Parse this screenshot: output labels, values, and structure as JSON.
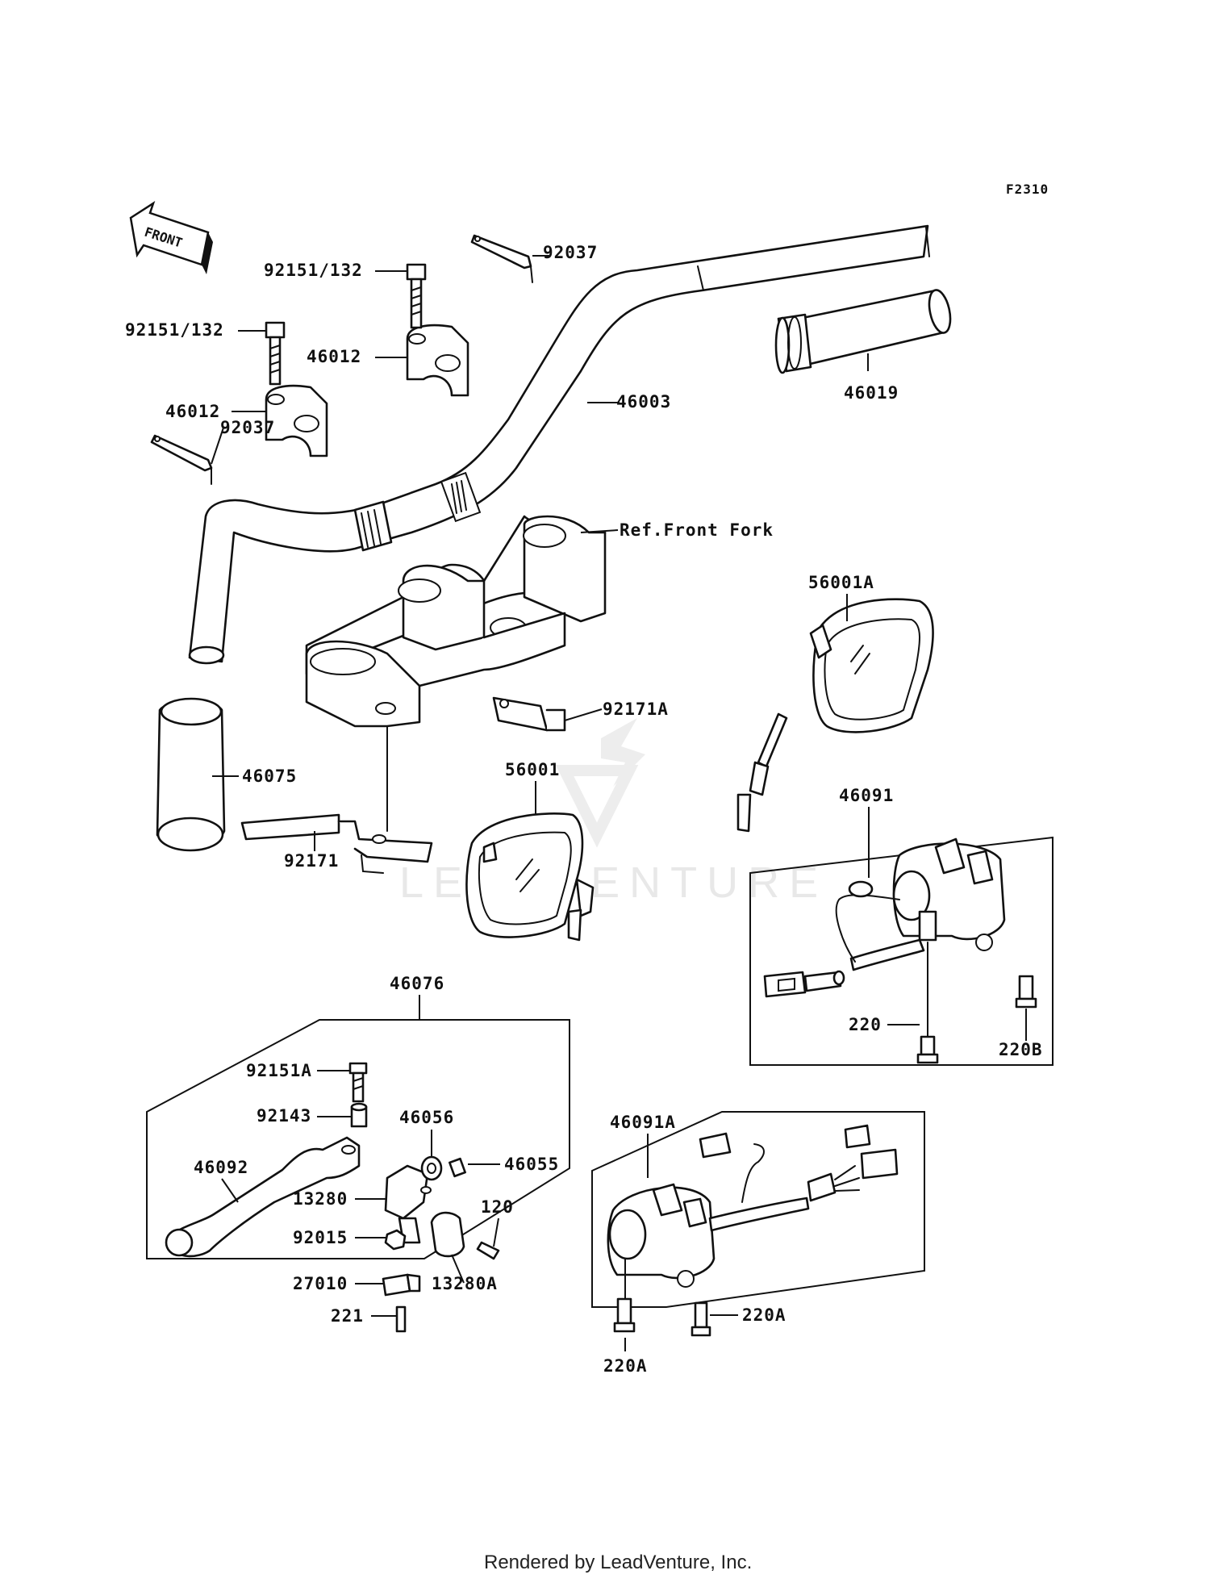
{
  "diagram": {
    "code": "F2310",
    "front_label": "FRONT",
    "watermark": "LEADVENTURE",
    "footer": "Rendered by LeadVenture, Inc."
  },
  "labels": {
    "p92037_top": "92037",
    "p92151_132_top": "92151/132",
    "p92151_132_left": "92151/132",
    "p46012_top": "46012",
    "p46012_left": "46012",
    "p92037_left": "92037",
    "p46003": "46003",
    "p46019": "46019",
    "ref_front_fork": "Ref.Front Fork",
    "p56001A": "56001A",
    "p92171A": "92171A",
    "p46075": "46075",
    "p56001": "56001",
    "p92171": "92171",
    "p46091": "46091",
    "p220": "220",
    "p220B": "220B",
    "p46076": "46076",
    "p92151A": "92151A",
    "p92143": "92143",
    "p46056": "46056",
    "p46055": "46055",
    "p46092": "46092",
    "p13280": "13280",
    "p120": "120",
    "p92015": "92015",
    "p27010": "27010",
    "p13280A": "13280A",
    "p221": "221",
    "p46091A": "46091A",
    "p220A_right": "220A",
    "p220A_bottom": "220A"
  }
}
